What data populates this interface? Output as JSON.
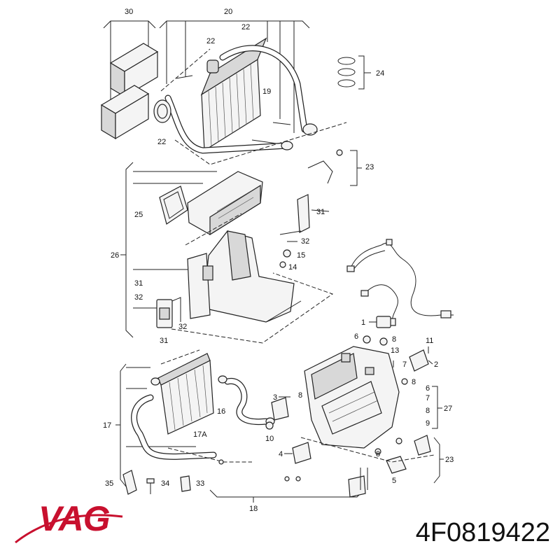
{
  "diagram": {
    "labels": {
      "l30": "30",
      "l20": "20",
      "l22a": "22",
      "l22b": "22",
      "l22c": "22",
      "l19": "19",
      "l24": "24",
      "l23a": "23",
      "l25": "25",
      "l31a": "31",
      "l32a": "32",
      "l15": "15",
      "l14": "14",
      "l26": "26",
      "l31b": "31",
      "l32b": "32",
      "l32c": "32",
      "l31c": "31",
      "l1": "1",
      "l6a": "6",
      "l8a": "8",
      "l11": "11",
      "l13": "13",
      "l2": "2",
      "l7": "7",
      "l6b": "6",
      "l7b": "7",
      "l8b": "8",
      "l8c": "8",
      "l9": "9",
      "l27": "27",
      "l3": "3",
      "l8d": "8",
      "l16": "16",
      "l17": "17",
      "l17a": "17A",
      "l10": "10",
      "l4": "4",
      "l8e": "8",
      "l5": "5",
      "l23b": "23",
      "l35": "35",
      "l34": "34",
      "l33": "33",
      "l18": "18"
    }
  },
  "branding": {
    "logo_text": "VAG",
    "logo_color": "#c8102e",
    "part_number": "4F0819422"
  }
}
